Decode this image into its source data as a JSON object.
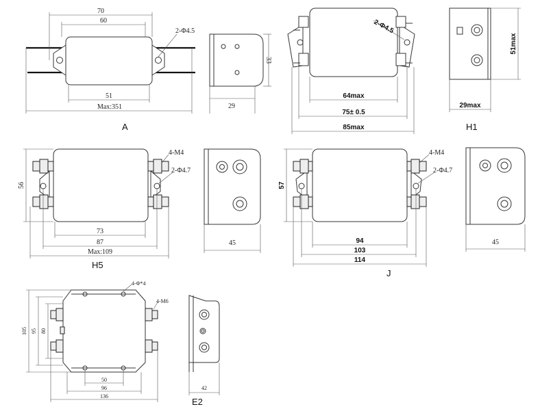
{
  "figures": {
    "A": {
      "label": "A",
      "dims": {
        "top_outer": "70",
        "top_inner": "60",
        "holes": "2-Φ4.5",
        "height": "33",
        "width_bottom": "51",
        "overall": "Max:351",
        "side_depth": "29"
      }
    },
    "H1": {
      "label": "H1",
      "dims": {
        "holes": "2-Φ4.5",
        "d1": "64max",
        "d2": "75± 0.5",
        "d3": "85max",
        "height": "51max",
        "depth": "29max"
      }
    },
    "H5": {
      "label": "H5",
      "dims": {
        "studs": "4-M4",
        "holes": "2-Φ4.7",
        "height": "56",
        "d1": "73",
        "d2": "87",
        "overall": "Max:109",
        "depth": "45"
      }
    },
    "J": {
      "label": "J",
      "dims": {
        "studs": "4-M4",
        "holes": "2-Φ4.7",
        "height": "57",
        "d1": "94",
        "d2": "103",
        "d3": "114",
        "depth": "45"
      }
    },
    "E2": {
      "label": "E2",
      "dims": {
        "holes": "4-Φ*4",
        "studs": "4-M6",
        "h1": "105",
        "h2": "95",
        "h3": "80",
        "w1": "50",
        "w2": "96",
        "w3": "136",
        "depth": "42"
      }
    }
  }
}
